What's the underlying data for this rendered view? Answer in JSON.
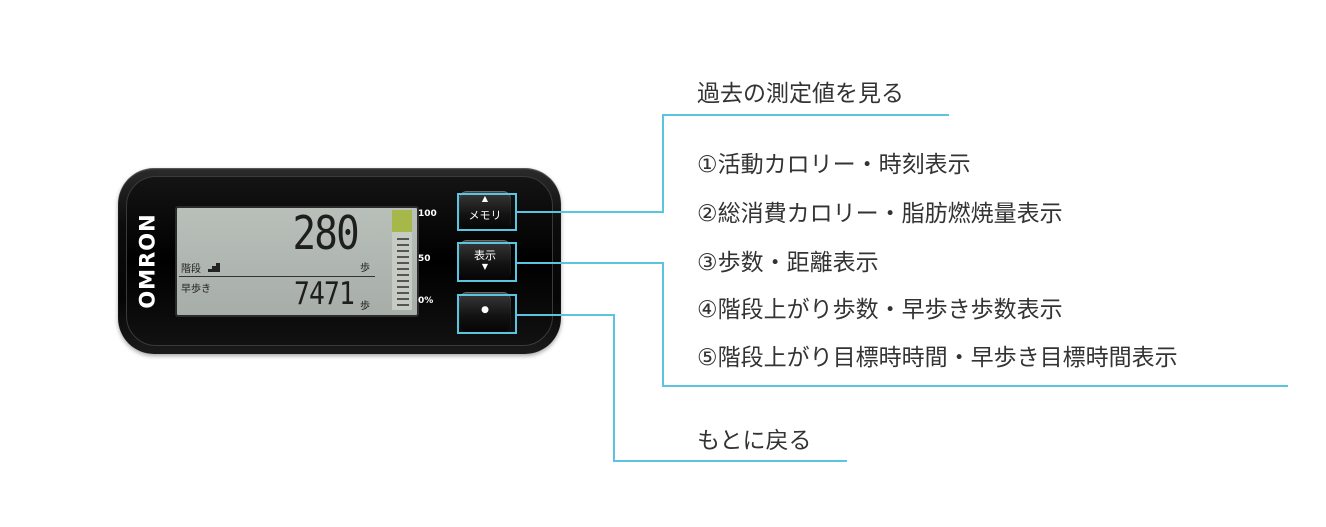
{
  "device": {
    "brand": "OMRON",
    "top_value": "280",
    "bottom_value": "7471",
    "top_unit": "歩",
    "bottom_unit": "歩",
    "label_stairs": "階段",
    "label_brisk": "早歩き",
    "scale": [
      "100",
      "50",
      "0%"
    ],
    "gauge_level": 0.22,
    "buttons": {
      "memory": {
        "label": "メモリ",
        "arrow": "▲"
      },
      "display": {
        "label": "表示",
        "arrow": "▼"
      },
      "set": {
        "label": "●"
      }
    }
  },
  "callouts": {
    "view_past": {
      "heading": "過去の測定値を見る",
      "items": [
        "①活動カロリー・時刻表示",
        "②総消費カロリー・脂肪燃焼量表示",
        "③歩数・距離表示",
        "④階段上がり歩数・早歩き歩数表示",
        "⑤階段上がり目標時時間・早歩き目標時間表示"
      ]
    },
    "go_back": {
      "heading": "もとに戻る"
    }
  },
  "colors": {
    "accent": "#5bc4e0",
    "text": "#333333",
    "lcd": "#b3b9b3",
    "gauge_green": "#a6b84a"
  }
}
